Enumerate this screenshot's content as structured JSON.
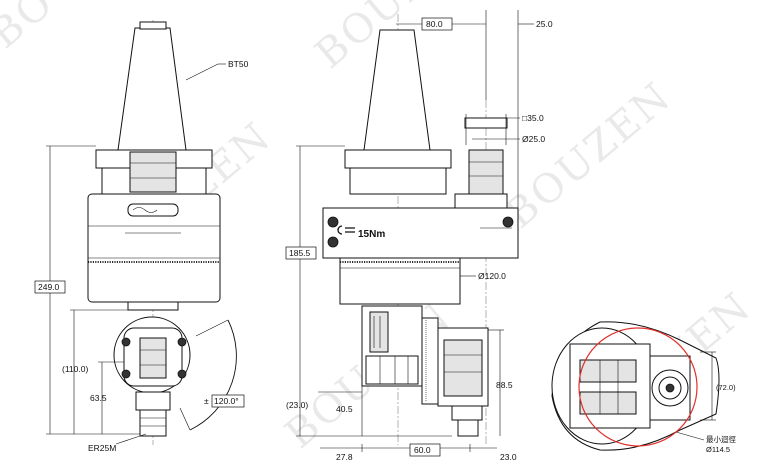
{
  "watermark": "BOUZEN",
  "left_view": {
    "label_bt50": "BT50",
    "label_collet": "ER25M",
    "dim_overall": "249.0",
    "dim_head": "(110.0)",
    "dim_lower": "63.5",
    "angle": "120.0°",
    "angle_prefix": "±"
  },
  "middle_view": {
    "dim_top_width": "80.0",
    "dim_top_right": "25.0",
    "dim_square": "□35.0",
    "dim_dia25": "Ø25.0",
    "torque": "15Nm",
    "dim_height": "185.5",
    "dim_dia120": "Ø120.0",
    "dim_right_height": "88.5",
    "dim_offset": "(23.0)",
    "dim_lower": "40.5",
    "dim_bottom_left": "27.8",
    "dim_bottom_mid": "60.0",
    "dim_bottom_right": "23.0"
  },
  "right_view": {
    "dim_side": "(72.0)",
    "min_turn_label": "最小迴徑",
    "min_turn_dia": "Ø114.5"
  },
  "colors": {
    "line": "#111111",
    "circle": "#e0302a",
    "watermark": "#d8d8d8"
  }
}
